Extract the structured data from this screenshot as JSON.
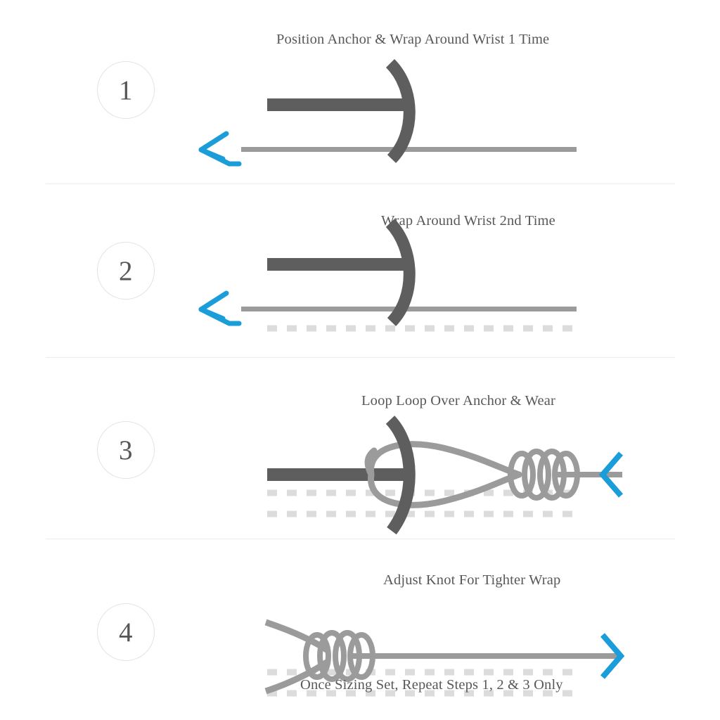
{
  "document": {
    "title": "Anchor Wrap Bracelet Instructions",
    "background_color": "#ffffff"
  },
  "colors": {
    "dark_cord": "#5e5e5e",
    "light_cord": "#9b9b9b",
    "dashed_guide": "#dcdcdc",
    "accent_blue": "#1a9dd9",
    "divider": "#ececec",
    "badge_border": "#e3e3e3",
    "text": "#585858"
  },
  "steps": [
    {
      "number": "1",
      "heading": "Position Anchor & Wrap Around Wrist 1 Time",
      "marker_icon": "hand-drawn-left-arrow-icon",
      "wrap_count": 1,
      "has_knot": false,
      "has_anchor": true
    },
    {
      "number": "2",
      "heading": "Wrap Around Wrist 2nd Time",
      "marker_icon": "hand-drawn-left-arrow-icon",
      "wrap_count": 2,
      "has_knot": false,
      "has_anchor": true
    },
    {
      "number": "3",
      "heading": "Loop Loop Over Anchor & Wear",
      "marker_icon": "chevron-left-icon",
      "wrap_count": 3,
      "has_knot": true,
      "has_anchor": true
    },
    {
      "number": "4",
      "heading": "Adjust Knot For Tighter Wrap",
      "marker_icon": "chevron-right-icon",
      "wrap_count": 3,
      "has_knot": true,
      "has_anchor": false
    }
  ],
  "footnote": "Once Sizing Set, Repeat Steps 1, 2 & 3 Only"
}
